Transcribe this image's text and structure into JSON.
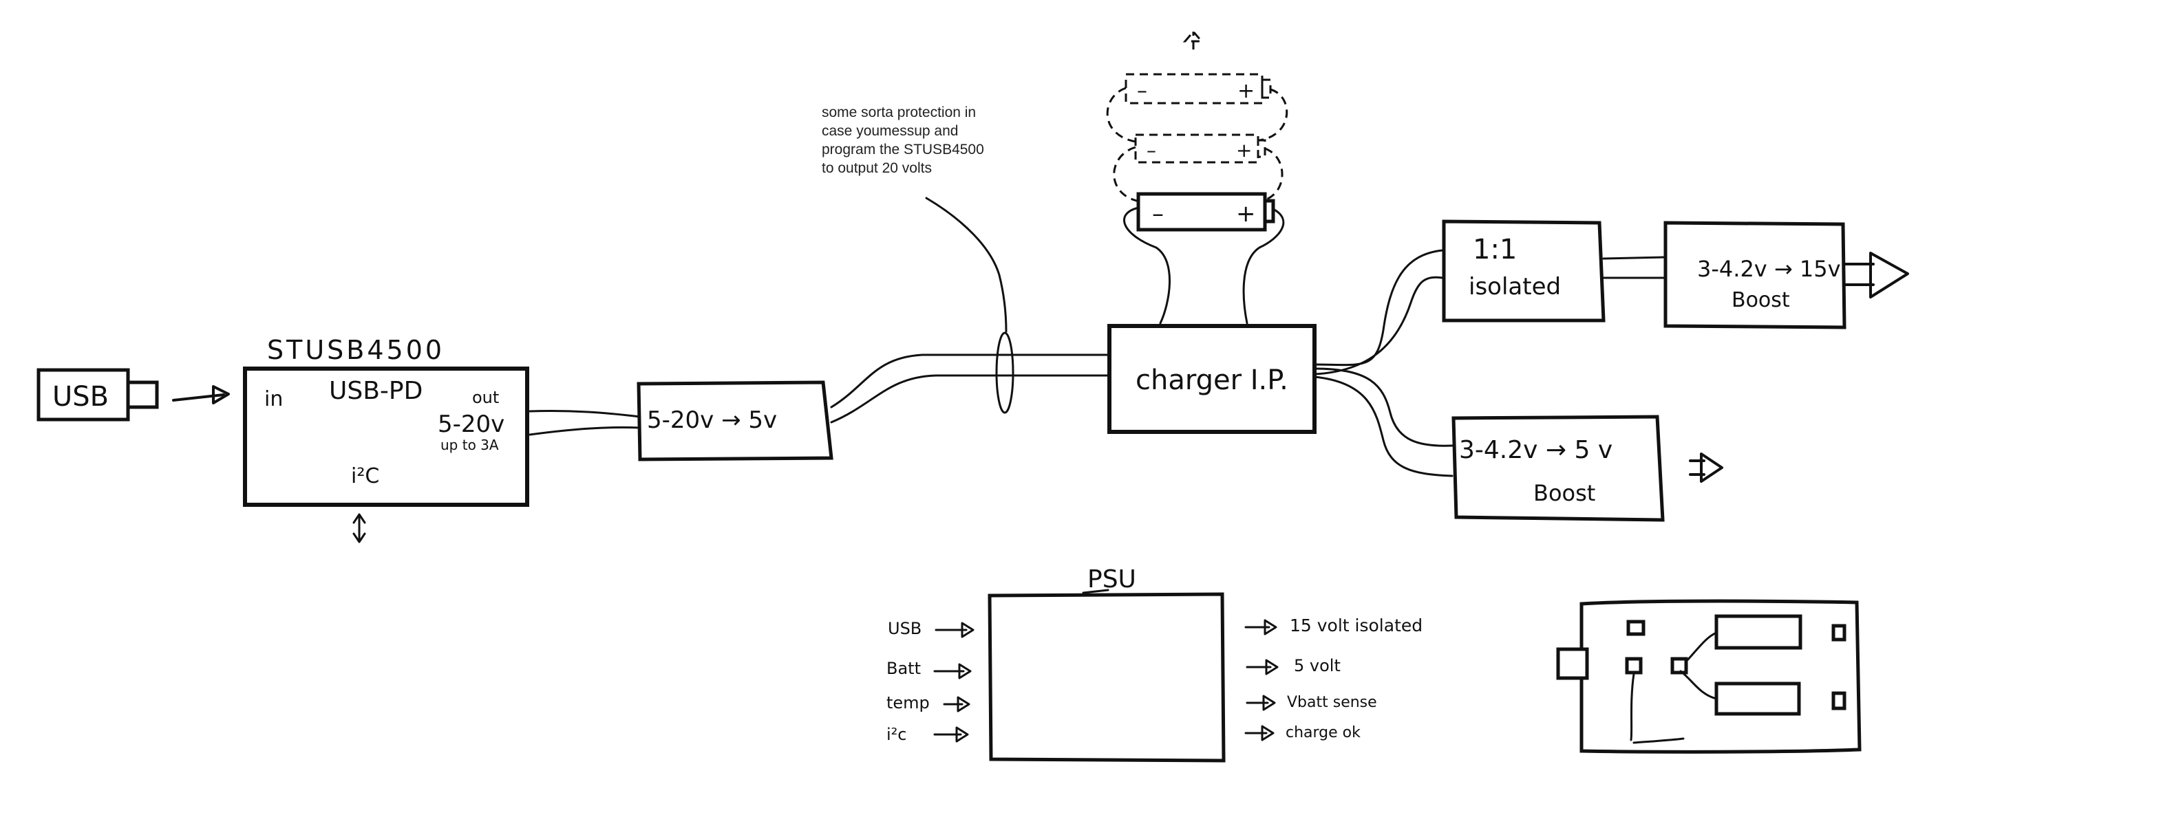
{
  "usb_connector": {
    "label": "USB"
  },
  "stusb": {
    "title": "STUSB4500",
    "in_label": "in",
    "main_label": "USB-PD",
    "out_label": "out",
    "voltage": "5-20v",
    "current": "up to 3A",
    "i2c_label": "i²C"
  },
  "buck": {
    "label": "5-20v → 5v"
  },
  "protection_note": {
    "lines": [
      "some sorta protection in",
      "case youmessup and",
      "program the STUSB4500",
      "to output 20 volts"
    ]
  },
  "battery": {
    "minus": "–",
    "plus": "+"
  },
  "charger": {
    "label": "charger I.P."
  },
  "isolated": {
    "ratio": "1:1",
    "label": "isolated"
  },
  "boost15": {
    "range": "3-4.2v → 15v",
    "label": "Boost"
  },
  "boost5": {
    "range": "3-4.2v → 5 v",
    "label": "Boost"
  },
  "psu": {
    "title": "PSU",
    "inputs": [
      "USB",
      "Batt",
      "temp",
      "i²c"
    ],
    "outputs": [
      "15 volt isolated",
      "5 volt",
      "Vbatt sense",
      "charge ok"
    ]
  }
}
